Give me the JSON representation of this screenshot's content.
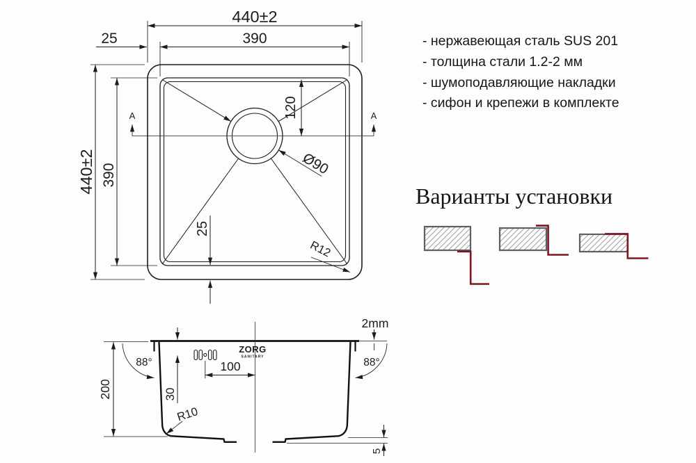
{
  "specs": {
    "items": [
      "- нержавеющая сталь SUS 201",
      "- толщина стали 1.2-2 мм",
      "- шумоподавляющие накладки",
      "- сифон и крепежи в комплекте"
    ]
  },
  "installation": {
    "heading": "Варианты установки",
    "variants": [
      "undermount",
      "overmount",
      "flush-mount"
    ]
  },
  "top_view": {
    "dim_width_outer": "440±2",
    "dim_width_inner": "390",
    "dim_rim_top": "25",
    "dim_height_outer": "440±2",
    "dim_height_inner": "390",
    "dim_rim_bottom": "25",
    "dim_drain_offset": "120",
    "dim_drain_diameter": "Ø90",
    "dim_corner_radius": "R12",
    "section_marker": "A"
  },
  "section_view": {
    "dim_depth": "200",
    "dim_holes_offset": "30",
    "dim_drain_center": "100",
    "dim_bottom_radius": "R10",
    "dim_wall_angle": "88°",
    "dim_rim_thickness": "2mm",
    "dim_drain_step": "5",
    "logo_brand": "ZORG",
    "logo_sub": "SANITARY"
  },
  "colors": {
    "line": "#1c1c1c",
    "accent_red": "#801624",
    "hatch_border": "#5b6066",
    "hatch_line": "#8c8c8c"
  }
}
